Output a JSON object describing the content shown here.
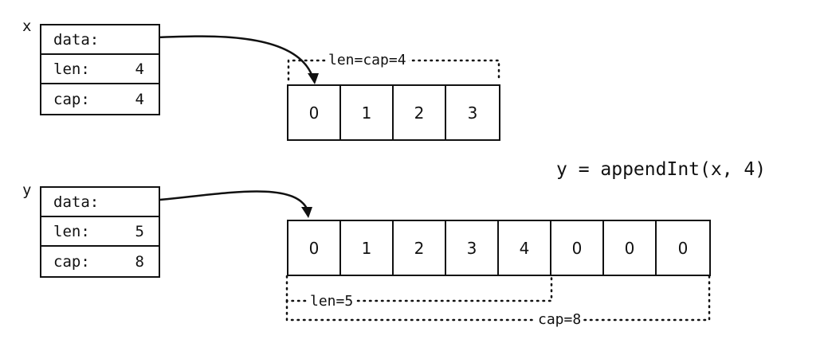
{
  "x_slice": {
    "name": "x",
    "fields": [
      {
        "label": "data:",
        "value": ""
      },
      {
        "label": "len:",
        "value": "4"
      },
      {
        "label": "cap:",
        "value": "4"
      }
    ],
    "array": [
      "0",
      "1",
      "2",
      "3"
    ],
    "annotation": "len=cap=4"
  },
  "y_slice": {
    "name": "y",
    "fields": [
      {
        "label": "data:",
        "value": ""
      },
      {
        "label": "len:",
        "value": "5"
      },
      {
        "label": "cap:",
        "value": "8"
      }
    ],
    "array": [
      "0",
      "1",
      "2",
      "3",
      "4",
      "0",
      "0",
      "0"
    ],
    "len_annotation": "len=5",
    "cap_annotation": "cap=8"
  },
  "code": "y = appendInt(x, 4)"
}
